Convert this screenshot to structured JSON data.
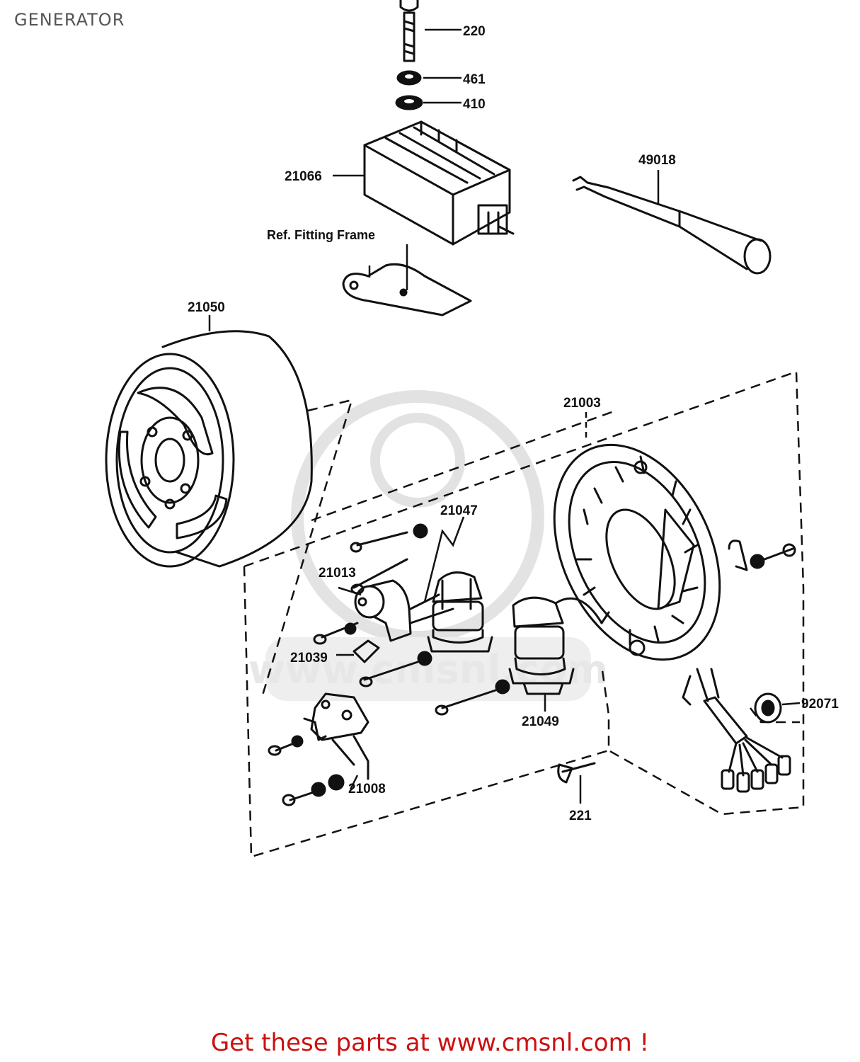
{
  "page": {
    "title": "GENERATOR",
    "footer_link": "Get these parts at www.cmsnl.com !"
  },
  "diagram": {
    "reference_note": "Ref. Fitting Frame",
    "watermark": "www.cmsnl.com",
    "callouts": {
      "p220": "220",
      "p461": "461",
      "p410": "410",
      "p21066": "21066",
      "p49018": "49018",
      "p21050": "21050",
      "p21003": "21003",
      "p21047": "21047",
      "p21013": "21013",
      "p21039": "21039",
      "p21049": "21049",
      "p21008": "21008",
      "p92071": "92071",
      "p221": "221"
    }
  },
  "colors": {
    "line": "#111111",
    "title": "#555555",
    "footer": "#cc1010",
    "watermark": "#d8d8d8"
  }
}
